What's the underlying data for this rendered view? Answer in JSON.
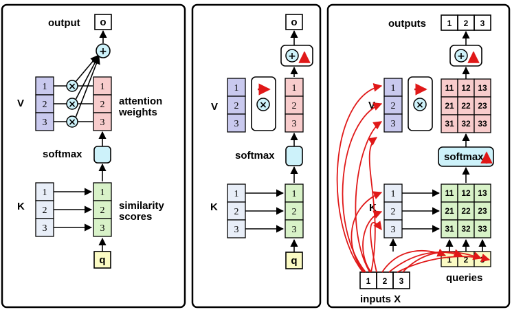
{
  "colors": {
    "value_fill": "#c9c9ee",
    "key_fill": "#e8eef8",
    "weight_fill": "#f8cccc",
    "score_fill": "#d8f2c8",
    "softmax_fill": "#cdf2fa",
    "query_fill": "#fbfbc4",
    "red_arrow": "#e01818"
  },
  "panel1": {
    "output_label": "output",
    "output_symbol": "o",
    "v_label": "V",
    "k_label": "K",
    "softmax_label": "softmax",
    "weights_label_line1": "attention",
    "weights_label_line2": "weights",
    "scores_label_line1": "similarity",
    "scores_label_line2": "scores",
    "query_symbol": "q",
    "v_cells": [
      "1",
      "2",
      "3"
    ],
    "k_cells": [
      "1",
      "2",
      "3"
    ],
    "weight_cells": [
      "1",
      "2",
      "3"
    ],
    "score_cells": [
      "1",
      "2",
      "3"
    ],
    "plus_symbol": "+",
    "times_symbol": "×"
  },
  "panel2": {
    "output_symbol": "o",
    "v_label": "V",
    "k_label": "K",
    "softmax_label": "softmax",
    "query_symbol": "q",
    "v_cells": [
      "1",
      "2",
      "3"
    ],
    "k_cells": [
      "1",
      "2",
      "3"
    ],
    "weight_cells": [
      "1",
      "2",
      "3"
    ],
    "score_cells": [
      "1",
      "2",
      "3"
    ],
    "plus_symbol": "+",
    "times_symbol": "×"
  },
  "panel3": {
    "outputs_label": "outputs",
    "outputs_cells": [
      "1",
      "2",
      "3"
    ],
    "v_label": "V",
    "k_label": "K",
    "softmax_label": "softmax",
    "queries_label": "queries",
    "inputs_label": "inputs X",
    "input_cells": [
      "1",
      "2",
      "3"
    ],
    "query_cells": [
      "1",
      "2",
      "3"
    ],
    "v_cells": [
      "1",
      "2",
      "3"
    ],
    "k_cells": [
      "1",
      "2",
      "3"
    ],
    "weight_grid": [
      [
        "11",
        "12",
        "13"
      ],
      [
        "21",
        "22",
        "23"
      ],
      [
        "31",
        "32",
        "33"
      ]
    ],
    "score_grid": [
      [
        "11",
        "12",
        "13"
      ],
      [
        "21",
        "22",
        "23"
      ],
      [
        "31",
        "32",
        "33"
      ]
    ],
    "plus_symbol": "+",
    "times_symbol": "×"
  }
}
